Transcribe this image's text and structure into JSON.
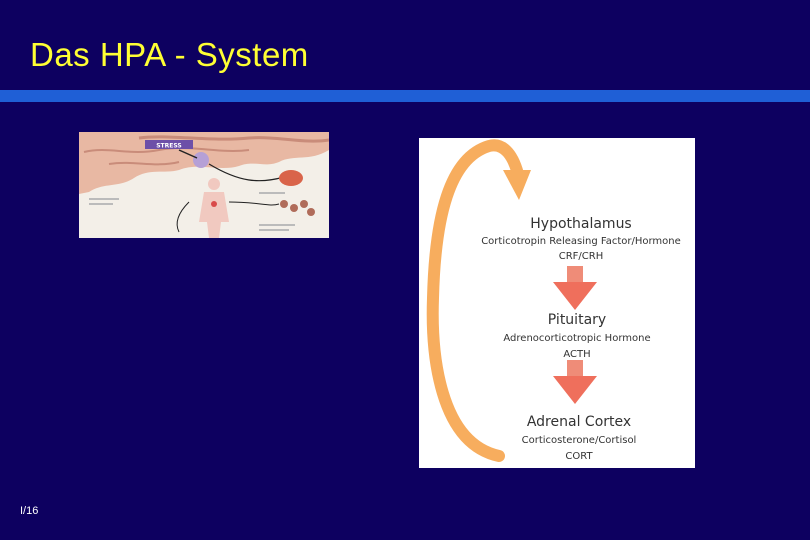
{
  "slide": {
    "title": "Das HPA - System",
    "slide_number": "I/16"
  },
  "brain_image": {
    "stress_label": "STRESS"
  },
  "hpa_diagram": {
    "hypothalamus": {
      "name": "Hypothalamus",
      "hormone": "Corticotropin Releasing Factor/Hormone",
      "abbrev": "CRF/CRH"
    },
    "pituitary": {
      "name": "Pituitary",
      "hormone": "Adrenocorticotropic Hormone",
      "abbrev": "ACTH"
    },
    "adrenal": {
      "name": "Adrenal Cortex",
      "hormone": "Corticosterone/Cortisol",
      "abbrev": "CORT"
    }
  },
  "colors": {
    "background": "#0d0060",
    "title": "#ffff33",
    "rule": "#1f5fd6",
    "feedback_arrow": "#f7ad5e",
    "down_arrow": "#ef6f5c"
  }
}
